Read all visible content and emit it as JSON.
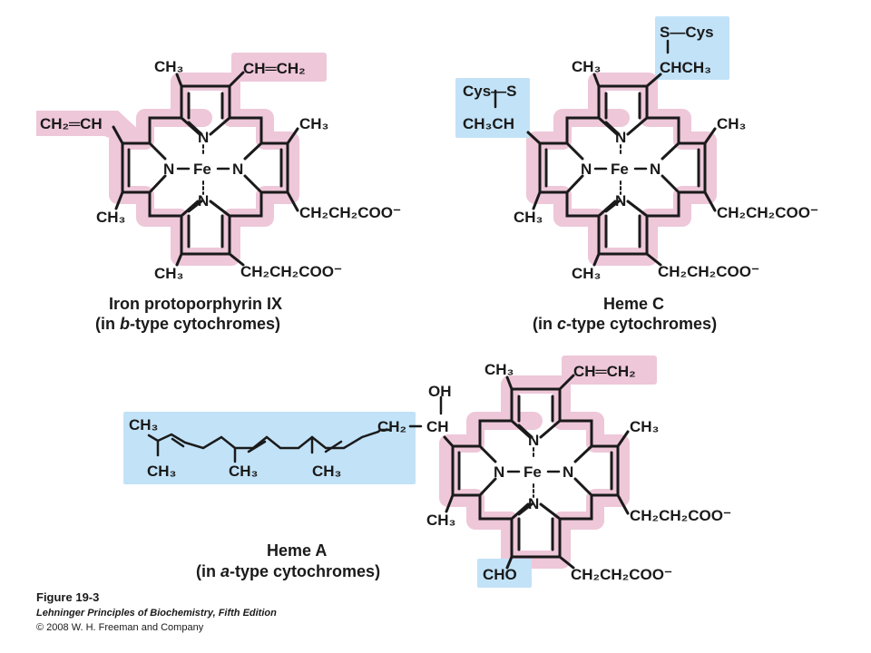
{
  "colors": {
    "pink": "#eec7d9",
    "blue": "#c2e2f7",
    "bond": "#1a1a1a"
  },
  "figure": {
    "number": "Figure 19-3",
    "book": "Lehninger Principles of Biochemistry, Fifth Edition",
    "copyright": "© 2008 W. H. Freeman and Company"
  },
  "molecules": [
    {
      "caption_line1": "Iron protoporphyrin IX",
      "caption_line2_pre": "(in ",
      "caption_line2_italic": "b",
      "caption_line2_post": "-type cytochromes)",
      "center": {
        "fe": "Fe",
        "n_top": "N",
        "n_bottom": "N",
        "n_left": "N",
        "n_right": "N"
      },
      "substituents": {
        "top_left": "CH₃",
        "top_right": "CH═CH₂",
        "left_top": "CH₂═CH",
        "left_bottom": "CH₃",
        "right_top": "CH₃",
        "right_bottom": "CH₂CH₂COO⁻",
        "bottom_left": "CH₃",
        "bottom_right": "CH₂CH₂COO⁻"
      }
    },
    {
      "caption_line1": "Heme C",
      "caption_line2_pre": "(in ",
      "caption_line2_italic": "c",
      "caption_line2_post": "-type cytochromes)",
      "center": {
        "fe": "Fe",
        "n_top": "N",
        "n_bottom": "N",
        "n_left": "N",
        "n_right": "N"
      },
      "substituents": {
        "top_left": "CH₃",
        "top_right_1": "S—Cys",
        "top_right_2": "CHCH₃",
        "left_top_1": "Cys—S",
        "left_top_2": "CH₃CH",
        "left_bottom": "CH₃",
        "right_top": "CH₃",
        "right_bottom": "CH₂CH₂COO⁻",
        "bottom_left": "CH₃",
        "bottom_right": "CH₂CH₂COO⁻"
      }
    },
    {
      "caption_line1": "Heme A",
      "caption_line2_pre": "(in ",
      "caption_line2_italic": "a",
      "caption_line2_post": "-type cytochromes)",
      "center": {
        "fe": "Fe",
        "n_top": "N",
        "n_bottom": "N",
        "n_left": "N",
        "n_right": "N"
      },
      "substituents": {
        "top_left": "CH₃",
        "top_right": "CH═CH₂",
        "right_top": "CH₃",
        "right_bottom": "CH₂CH₂COO⁻",
        "bottom_left": "CHO",
        "bottom_right": "CH₂CH₂COO⁻",
        "left_bottom": "CH₃",
        "hydroxyl": "OH",
        "chain_ch2": "CH₂",
        "chain_ch": "CH",
        "chain_ch3_a": "CH₃",
        "chain_ch3_b": "CH₃",
        "chain_ch3_c": "CH₃",
        "chain_ch3_d": "CH₃"
      }
    }
  ]
}
